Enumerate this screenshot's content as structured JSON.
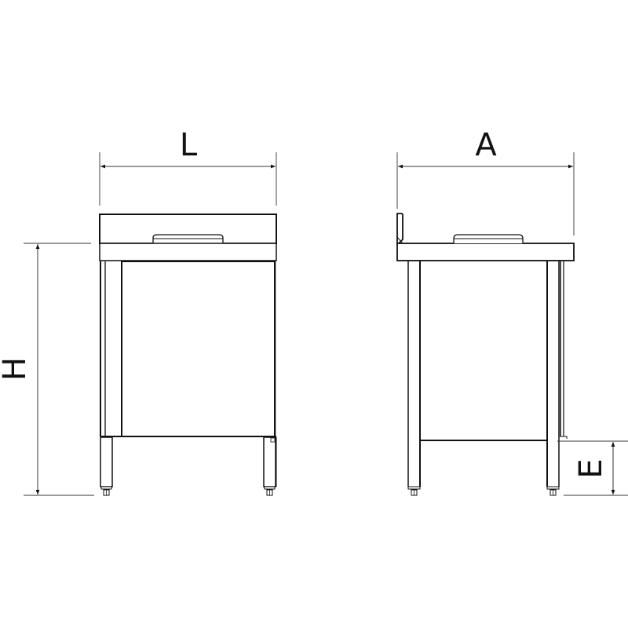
{
  "diagram": {
    "type": "technical-drawing",
    "views": [
      {
        "name": "front-view",
        "description": "Front view of cabinet with worktop and door"
      },
      {
        "name": "side-view",
        "description": "Side view of cabinet with backsplash upstand"
      }
    ],
    "dimensions": {
      "length": {
        "label": "L"
      },
      "depth": {
        "label": "A"
      },
      "height": {
        "label": "H"
      },
      "leg_clearance": {
        "label": "E"
      }
    },
    "colors": {
      "line": "#111111",
      "dim_line": "#333333",
      "background": "#ffffff"
    }
  }
}
